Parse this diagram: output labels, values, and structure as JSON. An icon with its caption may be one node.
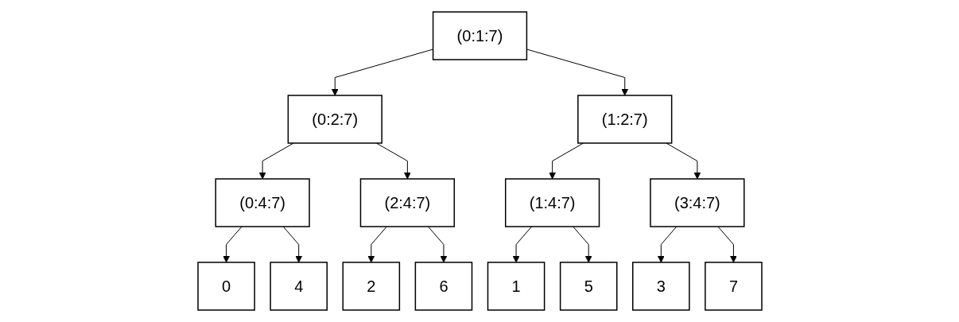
{
  "diagram": {
    "nodes": [
      {
        "text": [
          "(0:1:7)"
        ]
      },
      {
        "text": [
          "(0:2:7)"
        ]
      },
      {
        "text": [
          "(1:2:7)"
        ]
      },
      {
        "text": [
          "(0:4:7)"
        ]
      },
      {
        "text": [
          "(2:4:7)"
        ]
      },
      {
        "text": [
          "(1:4:7)"
        ]
      },
      {
        "text": [
          "(3:4:7)"
        ]
      },
      {
        "text": [
          "0"
        ]
      },
      {
        "text": [
          "4"
        ]
      },
      {
        "text": [
          "2"
        ]
      },
      {
        "text": [
          "6"
        ]
      },
      {
        "text": [
          "1"
        ]
      },
      {
        "text": [
          "5"
        ]
      },
      {
        "text": [
          "3"
        ]
      },
      {
        "text": [
          "7"
        ]
      }
    ],
    "edges": [
      {
        "from": 0,
        "to": 1,
        "arrow": "to"
      },
      {
        "from": 0,
        "to": 2,
        "arrow": "to"
      },
      {
        "from": 1,
        "to": 3,
        "arrow": "to"
      },
      {
        "from": 1,
        "to": 4,
        "arrow": "to"
      },
      {
        "from": 2,
        "to": 5,
        "arrow": "to"
      },
      {
        "from": 2,
        "to": 6,
        "arrow": "to"
      },
      {
        "from": 3,
        "to": 7,
        "arrow": "to"
      },
      {
        "from": 3,
        "to": 8,
        "arrow": "to"
      },
      {
        "from": 4,
        "to": 9,
        "arrow": "to"
      },
      {
        "from": 4,
        "to": 10,
        "arrow": "to"
      },
      {
        "from": 5,
        "to": 11,
        "arrow": "to"
      },
      {
        "from": 5,
        "to": 12,
        "arrow": "to"
      },
      {
        "from": 6,
        "to": 13,
        "arrow": "to"
      },
      {
        "from": 6,
        "to": 14,
        "arrow": "to"
      }
    ]
  }
}
